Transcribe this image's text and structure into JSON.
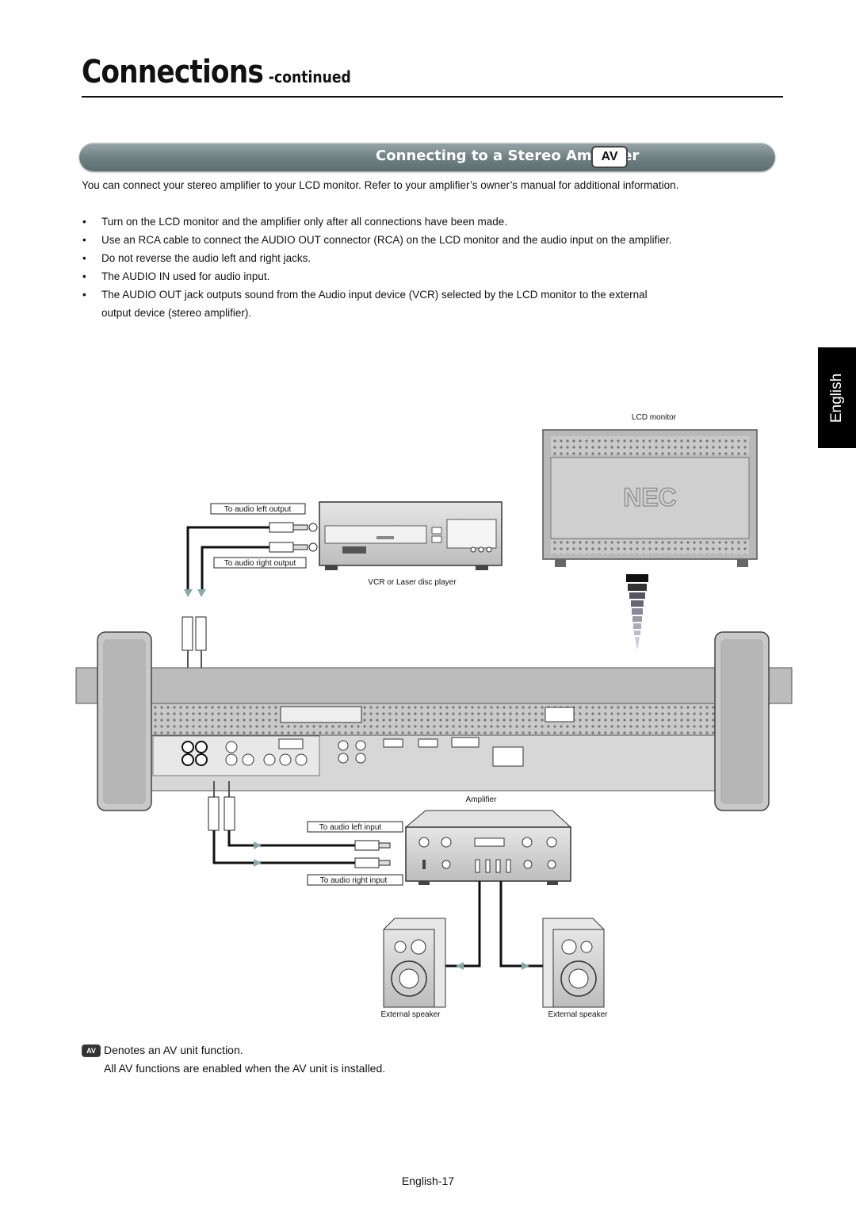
{
  "header": {
    "title": "Connections",
    "subtitle": "-continued"
  },
  "section": {
    "title": "Connecting to a Stereo Amplifier",
    "badge": "AV"
  },
  "intro": "You can connect your stereo amplifier to your LCD monitor. Refer to your amplifier’s owner’s manual for additional information.",
  "bullets": [
    "Turn on the LCD monitor and the amplifier only after all connections have been made.",
    "Use an RCA cable to connect the AUDIO OUT connector (RCA) on the LCD monitor and the audio input on the amplifier.",
    "Do not reverse the audio left and right jacks.",
    "The AUDIO IN used for audio input.",
    "The AUDIO OUT jack outputs sound from the Audio input device (VCR) selected by the LCD monitor to the external output device (stereo amplifier)."
  ],
  "side_tab": "English",
  "diagram": {
    "lcd_monitor": "LCD monitor",
    "logo": "NEC",
    "vcr": "VCR or Laser disc player",
    "to_audio_left_output": "To audio left output",
    "to_audio_right_output": "To audio right output",
    "amplifier": "Amplifier",
    "to_audio_left_input": "To audio left input",
    "to_audio_right_input": "To audio right input",
    "speaker_left": "External speaker",
    "speaker_right": "External speaker"
  },
  "footnote": {
    "badge": "AV",
    "line1": "Denotes an AV unit function.",
    "line2": "All AV functions are enabled when the AV unit is installed."
  },
  "page_number": "English-17"
}
